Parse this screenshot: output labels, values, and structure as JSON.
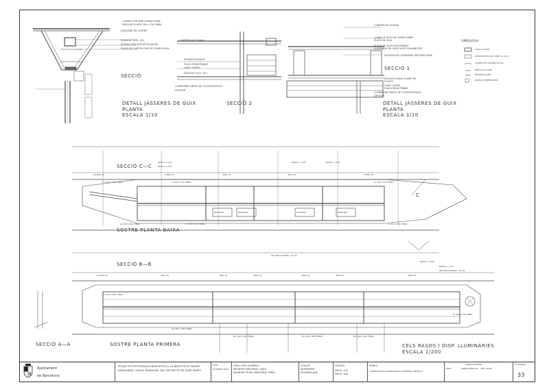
{
  "top_left": {
    "title1": "SECCIÓ",
    "title2": "DETALL JÀSSERES DE GUIX",
    "title3": "PLANTA",
    "title4": "ESCALA 1/10",
    "notes": [
      "CONDUCTOR AIRE CONDICIONAT",
      "IMPULSIÓ D'AIRE 200 x 200 FIBRA",
      "DIAGONAT DE SOSTRE",
      "DIFUSOR T.A.D. 100",
      "ESTRUCTURA SUPORT PLAQUES",
      "PLACA DE CARTON-GUIX DE 15MM GRUIX"
    ]
  },
  "top_mid": {
    "title": "SECCIÓ 2",
    "notes": [
      "COBERTA DE PLANXA",
      "PLENUM DIFUSOR",
      "PLACA REGISTRABLE",
      "GUIES VISTES",
      "DIFUSOR T.A.D. 100",
      "LLUMENERA SIMPLE DE FLUORESCENCIA",
      "DIFUSOR"
    ]
  },
  "top_right": {
    "title1": "SECCIÓ 1",
    "title2": "DETALL JÀSSERES DE GUIX",
    "title3": "PLANTA",
    "title4": "ESCALA 1/10",
    "notes": [
      "COBERTA DE PLANXA",
      "LLANA DE ROCA DE 40MM SOBRE",
      "PLACA DE GUIX",
      "PLACA DE GUIX REGISTRABLE",
      "SUSPENSIÓ DE GUIES ACER GALVANITZAT",
      "DIFUSOR DE LLUMENERA PER EMPOTRAR",
      "DIFUSOR LINEAL D'AIRE DE",
      "PLASTIC",
      "GUIES VISTES",
      "PLACA REGISTRABLE",
      "LLUMENERA SIMPLE DE FLUORESCÈNCIA",
      "DIFUSOR"
    ]
  },
  "legend": {
    "title": "SIMBOLOGIA",
    "items": [
      "CANAL D'AIRE",
      "PLENUM IMPULSIÓ AMB 1xn DUX",
      "CONDUCTE FLEXIBLE Ø 250",
      "IMPULSIÓ D'AIRE",
      "RETORN D'AIRE",
      "SONDA TEMPERATURA"
    ]
  },
  "plan_upper": {
    "section_label": "SECCIÓ C—C",
    "floor_label": "SOSTRE PLANTA BAIXA",
    "c_mark": "C",
    "dims": [
      "1/2 BOX 20",
      "2 BOX 20",
      "BOX 15",
      "BOX 20",
      "2 BOX 20"
    ],
    "ducts": [
      "IA 250 x 250 FIBRA",
      "IA 250 x 250 FIBRA",
      "IA 250 x 250 FIBRA",
      "IA 250 x 250 FIBRA",
      "IA 250 x 250 FIBRA",
      "IA 250 x 250 FIBRA"
    ],
    "levels": [
      "NIVELL +3,45",
      "NIVELL +4,41",
      "NIVELL +4,45",
      "NIVELL +3,41"
    ],
    "equipment": [
      "MAQUINA",
      "MAQUINA",
      "MAQUINA",
      "MAQUINA"
    ]
  },
  "plan_lower": {
    "section_label": "SECCIÓ B—B",
    "section_a": "SECCIÓ A—A",
    "floor_label": "SOSTRE PLANTA PRIMERA",
    "note1": "CELS RASOS I DISP. LLUMINÀRIES",
    "note2": "ESCALA 1/200",
    "levels": [
      "CEL RAS SOSTRE +11,45",
      "NIVELL +9,00",
      "NIVELL +7,50",
      "CEL RAS SOSTRE +11,45"
    ],
    "dims": [
      "1/2 BOX 15",
      "BOX 15",
      "BOX 15",
      "BOX 15",
      "BOX 20",
      "BOX 20",
      "BOX 20"
    ],
    "ducts": [
      "IA 300 x 300 FIBRA",
      "RA 400 x 400 FIBRA",
      "RA 400 x 400 FIBRA",
      "RA 400 x 400 FIBRA",
      "RA 400 x 400 FIBRA",
      "IA 300 x 300 FIBRA"
    ]
  },
  "title_block": {
    "org1": "Ajuntament",
    "org2": "de Barcelona",
    "project1": "PROJECTE D'EFICIÈNCIA ENERGÈTICA A LA BIBLIOTECA XAVIER",
    "project2": "BENGUEREL I ARXIU MUNICIPAL DEL DISTRICTE DE SANT MARTÍ",
    "date_label": "DATA",
    "date_value": "OCTUBRE 2010",
    "authors": [
      "ORIOL MOIX VILADRICH",
      "ENGINYER INDUSTRIAL 14854",
      "ENGINYER TÈCNIC INDUSTRIAL 19480"
    ],
    "owner_label": "TITULAR",
    "owner": [
      "AJUNTAMENT",
      "DE BARCELONA"
    ],
    "scale_label": "ESCALES",
    "scales": [
      "DIN-A1 1/20",
      "DIN-A3 1/40"
    ],
    "plan_label": "PLÀNOL",
    "plan_value": "CLIMATITZACIÓ PLANTA BAIXA I PRIMERA / DETALLS",
    "mods_label": "MODIFICACIONS",
    "mods_cols": [
      "DATA",
      "SUBSTITUEIX AL",
      "VIST I PLAU"
    ],
    "sheet_label": "Nº PLÀNOL",
    "sheet_number": "33"
  }
}
